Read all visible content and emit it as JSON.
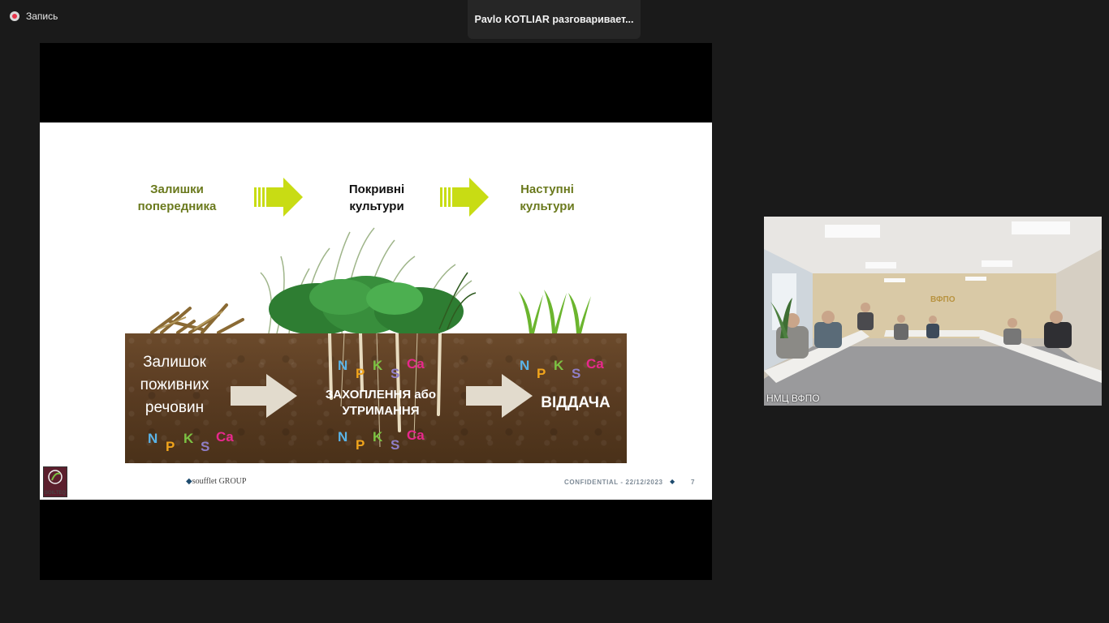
{
  "recording": {
    "label": "Запись"
  },
  "speaker_banner": {
    "text": "Pavlo KOTLIAR разговаривает..."
  },
  "slide": {
    "steps": [
      {
        "line1": "Залишки",
        "line2": "попередника"
      },
      {
        "line1": "Покривні",
        "line2": "культури"
      },
      {
        "line1": "Наступні",
        "line2": "культури"
      }
    ],
    "soil": {
      "left_text": [
        "Залишок",
        "поживних",
        "речовин"
      ],
      "middle_text": [
        "ЗАХОПЛЕННЯ або",
        "УТРИМАННЯ"
      ],
      "right_text": "ВІДДАЧА",
      "nutrients": [
        "N",
        "P",
        "K",
        "S",
        "Ca"
      ]
    },
    "footer": {
      "logo_text": "SOILTEQ",
      "brand": "soufflet GROUP",
      "confidential": "CONFIDENTIAL - 22/12/2023",
      "page": "7"
    }
  },
  "participant": {
    "name": "НМЦ ВФПО"
  },
  "colors": {
    "background": "#1a1a1a",
    "arrow_yellow": "#c8dc14",
    "arrow_gray": "#e2dbcd",
    "soil_brown": "#5a3c22",
    "step_green": "#6b7a1e"
  },
  "icons": [
    "record-icon",
    "arrow-right-icon",
    "soilteq-logo-icon"
  ]
}
